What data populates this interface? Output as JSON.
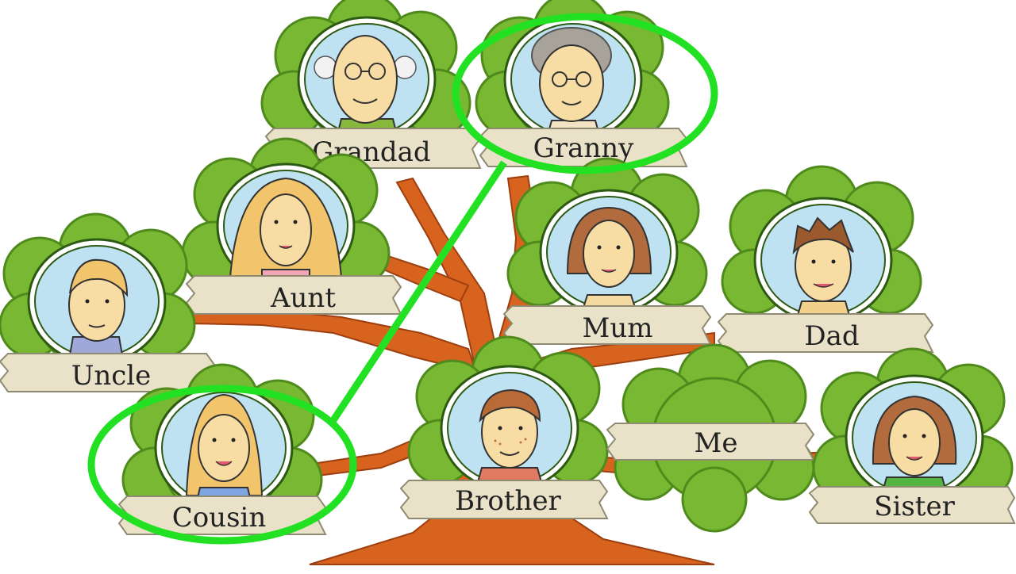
{
  "members": {
    "grandad": "Grandad",
    "granny": "Granny",
    "aunt": "Aunt",
    "uncle": "Uncle",
    "mum": "Mum",
    "dad": "Dad",
    "cousin": "Cousin",
    "brother": "Brother",
    "me": "Me",
    "sister": "Sister"
  },
  "highlight": {
    "color": "#22e022",
    "from": "granny",
    "to": "cousin"
  },
  "colors": {
    "foliage": "#79b832",
    "foliage_dark": "#4f8a1c",
    "trunk": "#d8631f",
    "portrait_bg": "#bfe2f2",
    "scroll": "#e9e2c8"
  },
  "icons": {
    "grandad": "bald-man-glasses-portrait",
    "granny": "grey-hair-woman-glasses-portrait",
    "aunt": "blonde-woman-portrait",
    "uncle": "blond-man-portrait",
    "mum": "brown-hair-woman-portrait",
    "dad": "brown-hair-man-portrait",
    "cousin": "curly-blonde-girl-portrait",
    "brother": "freckled-boy-portrait",
    "me": "empty-portrait",
    "sister": "brown-hair-girl-portrait"
  }
}
